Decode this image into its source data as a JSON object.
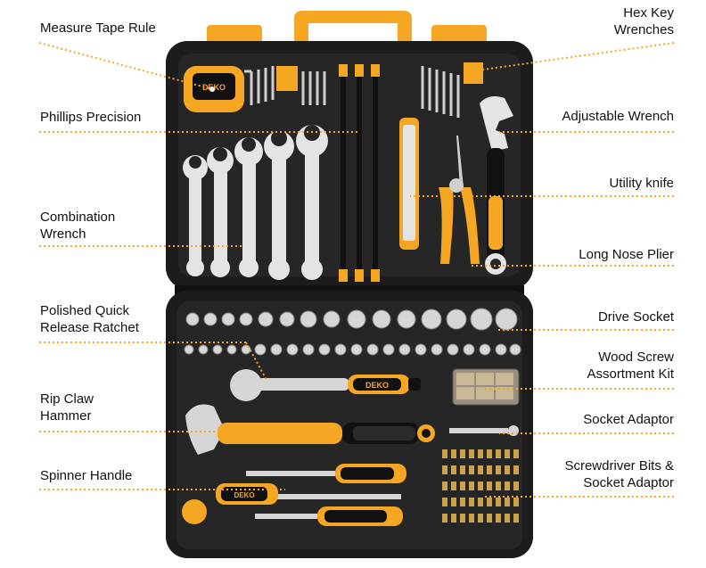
{
  "labels": {
    "measure_tape_rule": "Measure Tape Rule",
    "hex_key_wrenches": "Hex Key\nWrenches",
    "phillips_precision": "Phillips Precision",
    "adjustable_wrench": "Adjustable Wrench",
    "utility_knife": "Utility knife",
    "combination_wrench": "Combination\nWrench",
    "long_nose_plier": "Long Nose Plier",
    "polished_quick_release_ratchet": "Polished Quick\nRelease Ratchet",
    "drive_socket": "Drive Socket",
    "wood_screw_assortment_kit": "Wood Screw\nAssortment Kit",
    "rip_claw_hammer": "Rip Claw\nHammer",
    "socket_adaptor": "Socket Adaptor",
    "spinner_handle": "Spinner Handle",
    "screwdriver_bits_socket_adaptor": "Screwdriver Bits &\nSocket Adaptor"
  },
  "brand": {
    "tape_logo": "DEKO",
    "ratchet_logo": "DEKO",
    "screwdriver_logo": "DEKO"
  },
  "colors": {
    "case": "#1c1c1c",
    "case_inner": "#2a2a2a",
    "accent": "#f5a623",
    "leader": "#f5a623",
    "chrome": "#e4e4e4"
  }
}
